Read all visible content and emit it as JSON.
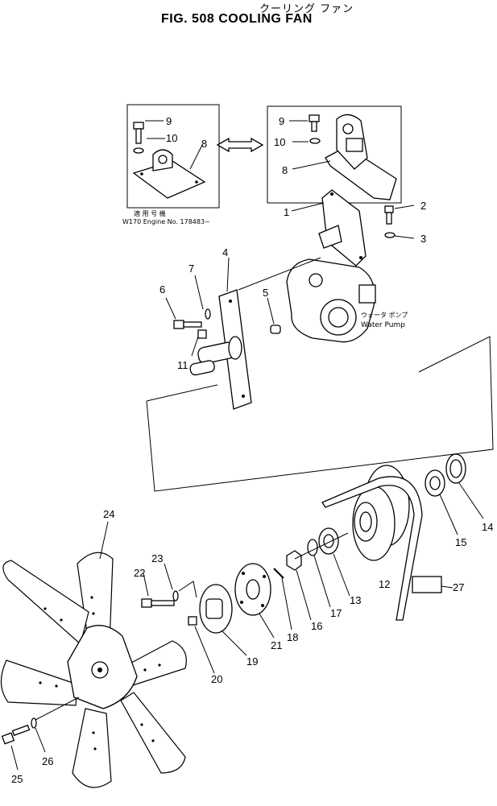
{
  "header": {
    "title_jp": "クーリング ファン",
    "title_en": "FIG. 508  COOLING FAN"
  },
  "callouts": {
    "inset_jp": "適 用 号 機",
    "inset_en": "W170 Engine No. 178483~",
    "pump_jp": "ウォータ ポンプ",
    "pump_en": "Water Pump"
  },
  "part_labels": {
    "p1": "1",
    "p2": "2",
    "p3": "3",
    "p4": "4",
    "p5": "5",
    "p6": "6",
    "p7": "7",
    "p8a": "8",
    "p8b": "8",
    "p9a": "9",
    "p9b": "9",
    "p10a": "10",
    "p10b": "10",
    "p11": "11",
    "p12": "12",
    "p13": "13",
    "p14": "14",
    "p15": "15",
    "p16": "16",
    "p17": "17",
    "p18": "18",
    "p19": "19",
    "p20": "20",
    "p21": "21",
    "p22": "22",
    "p23": "23",
    "p24": "24",
    "p25": "25",
    "p26": "26",
    "p27": "27"
  }
}
